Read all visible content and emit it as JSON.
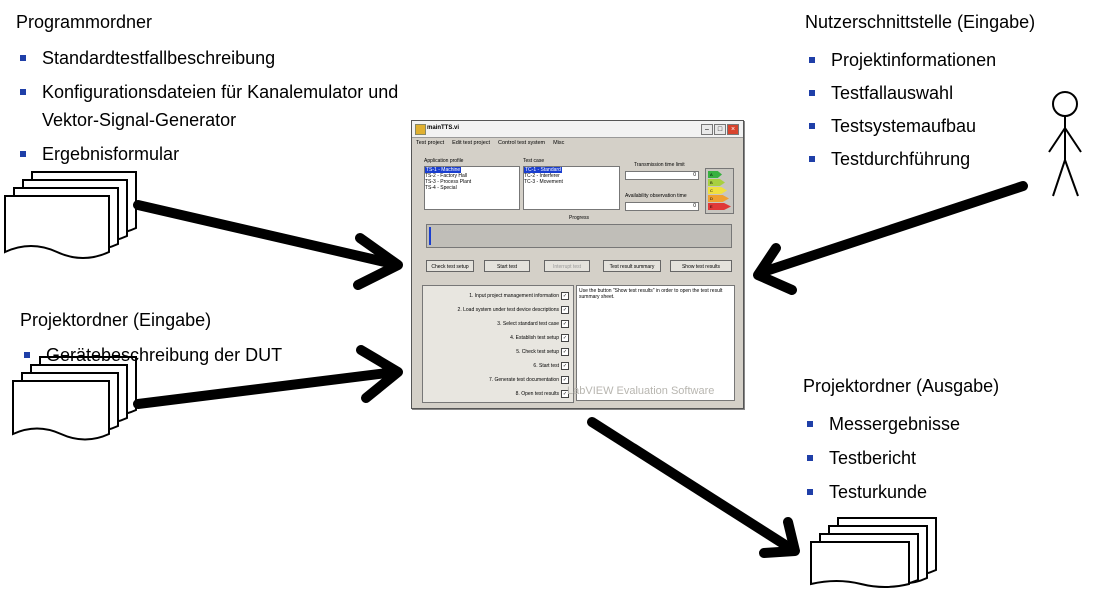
{
  "program_folder": {
    "title": "Programmordner",
    "items": [
      "Standardtestfallbeschreibung",
      "Konfigurationsdateien für Kanalemulator und",
      "Vektor-Signal-Generator",
      "Ergebnisformular"
    ]
  },
  "project_folder_input": {
    "title": "Projektordner (Eingabe)",
    "items": [
      "Gerätebeschreibung der DUT"
    ]
  },
  "user_interface": {
    "title": "Nutzerschnittstelle (Eingabe)",
    "items": [
      "Projektinformationen",
      "Testfallauswahl",
      "Testsystemaufbau",
      "Testdurchführung"
    ]
  },
  "project_folder_output": {
    "title": "Projektordner (Ausgabe)",
    "items": [
      "Messergebnisse",
      "Testbericht",
      "Testurkunde"
    ]
  },
  "app_window": {
    "title": "mainTTS.vi",
    "menu": [
      "Test project",
      "Edit test project",
      "Control test system",
      "Misc"
    ],
    "application_profile_label": "Application profile",
    "application_profiles": [
      "TS-1 - Machine",
      "TS-2 - Factory Hall",
      "TS-3 - Process Plant",
      "TS-4 - Special"
    ],
    "test_case_label": "Test case",
    "test_cases": [
      "TC-1 - Standard",
      "TC-2 - Interferer",
      "TC-3 - Movement"
    ],
    "transmission_time_label": "Transmission time limit",
    "transmission_time_value": "0",
    "availability_label": "Availability observation time",
    "availability_value": "0",
    "ratings": [
      "A",
      "B",
      "C",
      "D",
      "E"
    ],
    "progress_label": "Progress",
    "progress_value": "0",
    "buttons": [
      "Check test setup",
      "Start test",
      "Interrupt test",
      "Test result summary",
      "Show test results"
    ],
    "steps": [
      "1. Input project management information",
      "2. Load system under test device descriptions",
      "3. Select standard test case",
      "4. Establish test setup",
      "5. Check test setup",
      "6. Start test",
      "7. Generate test documentation",
      "8. Open test results"
    ],
    "info_text": "Use the button \"Show test results\" in order to open the test result summary sheet.",
    "watermark": "LabVIEW  Evaluation Software"
  },
  "colors": {
    "bullet": "#1f3fa8",
    "selection": "#1a3ecf",
    "arrow": "#000000"
  }
}
